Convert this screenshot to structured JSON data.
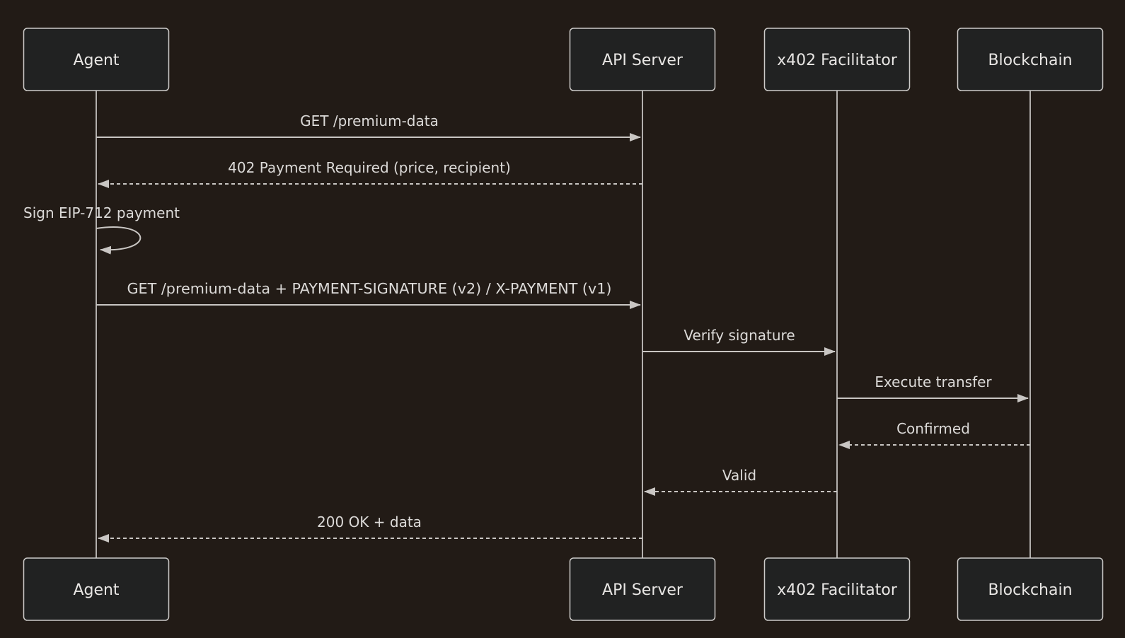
{
  "theme": {
    "background": "#221B16",
    "actor_fill": "#212222",
    "actor_border": "#CDCBC9",
    "actor_text": "#E8E6E4",
    "message_text": "#DCDAD8",
    "line": "#C9C6C3",
    "lifeline": "#B3B0AD"
  },
  "diagram_type": "sequence",
  "actors": [
    {
      "name": "Agent"
    },
    {
      "name": "API Server"
    },
    {
      "name": "x402 Facilitator"
    },
    {
      "name": "Blockchain"
    }
  ],
  "messages": [
    {
      "label": "GET /premium-data",
      "from": "Agent",
      "to": "API Server",
      "line": "solid"
    },
    {
      "label": "402 Payment Required (price, recipient)",
      "from": "API Server",
      "to": "Agent",
      "line": "dashed"
    },
    {
      "label": "Sign EIP-712 payment",
      "from": "Agent",
      "to": "Agent",
      "line": "self"
    },
    {
      "label": "GET /premium-data + PAYMENT-SIGNATURE (v2) / X-PAYMENT (v1)",
      "from": "Agent",
      "to": "API Server",
      "line": "solid"
    },
    {
      "label": "Verify signature",
      "from": "API Server",
      "to": "x402 Facilitator",
      "line": "solid"
    },
    {
      "label": "Execute transfer",
      "from": "x402 Facilitator",
      "to": "Blockchain",
      "line": "solid"
    },
    {
      "label": "Confirmed",
      "from": "Blockchain",
      "to": "x402 Facilitator",
      "line": "dashed"
    },
    {
      "label": "Valid",
      "from": "x402 Facilitator",
      "to": "API Server",
      "line": "dashed"
    },
    {
      "label": "200 OK + data",
      "from": "API Server",
      "to": "Agent",
      "line": "dashed"
    }
  ]
}
